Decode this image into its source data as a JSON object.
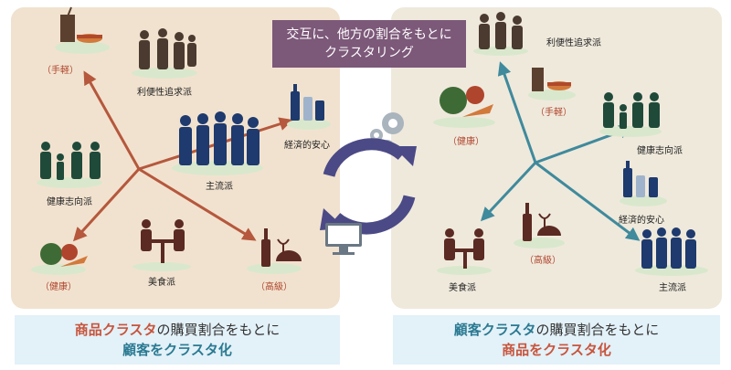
{
  "banner": {
    "line1": "交互に、他方の割合をもとに",
    "line2": "クラスタリング"
  },
  "left": {
    "labels": {
      "teguru": "（手軽）",
      "riben": "利便性追求派",
      "keizai": "経済的安心",
      "shuryu": "主流派",
      "kenko_shiko": "健康志向派",
      "kenko": "（健康）",
      "bishoku": "美食派",
      "koukyu": "（高級）"
    },
    "caption": {
      "hl1": "商品クラスタ",
      "rest1": "の購買割合をもとに",
      "hl2": "顧客をクラスタ化"
    }
  },
  "right": {
    "labels": {
      "riben": "利便性追求派",
      "teguru": "（手軽）",
      "kenko": "（健康）",
      "kenko_shiko": "健康志向派",
      "keizai": "経済的安心",
      "koukyu": "（高級）",
      "bishoku": "美食派",
      "shuryu": "主流派"
    },
    "caption": {
      "hl1": "顧客クラスタ",
      "rest1": "の購買割合をもとに",
      "hl2": "商品をクラスタ化"
    }
  },
  "colors": {
    "left_arrow": "#b5583d",
    "right_arrow": "#3f8a9c",
    "banner": "#7c5879",
    "cycle": "#4b4a86",
    "figure": "#4a3a30",
    "navy": "#1e3a6e"
  }
}
